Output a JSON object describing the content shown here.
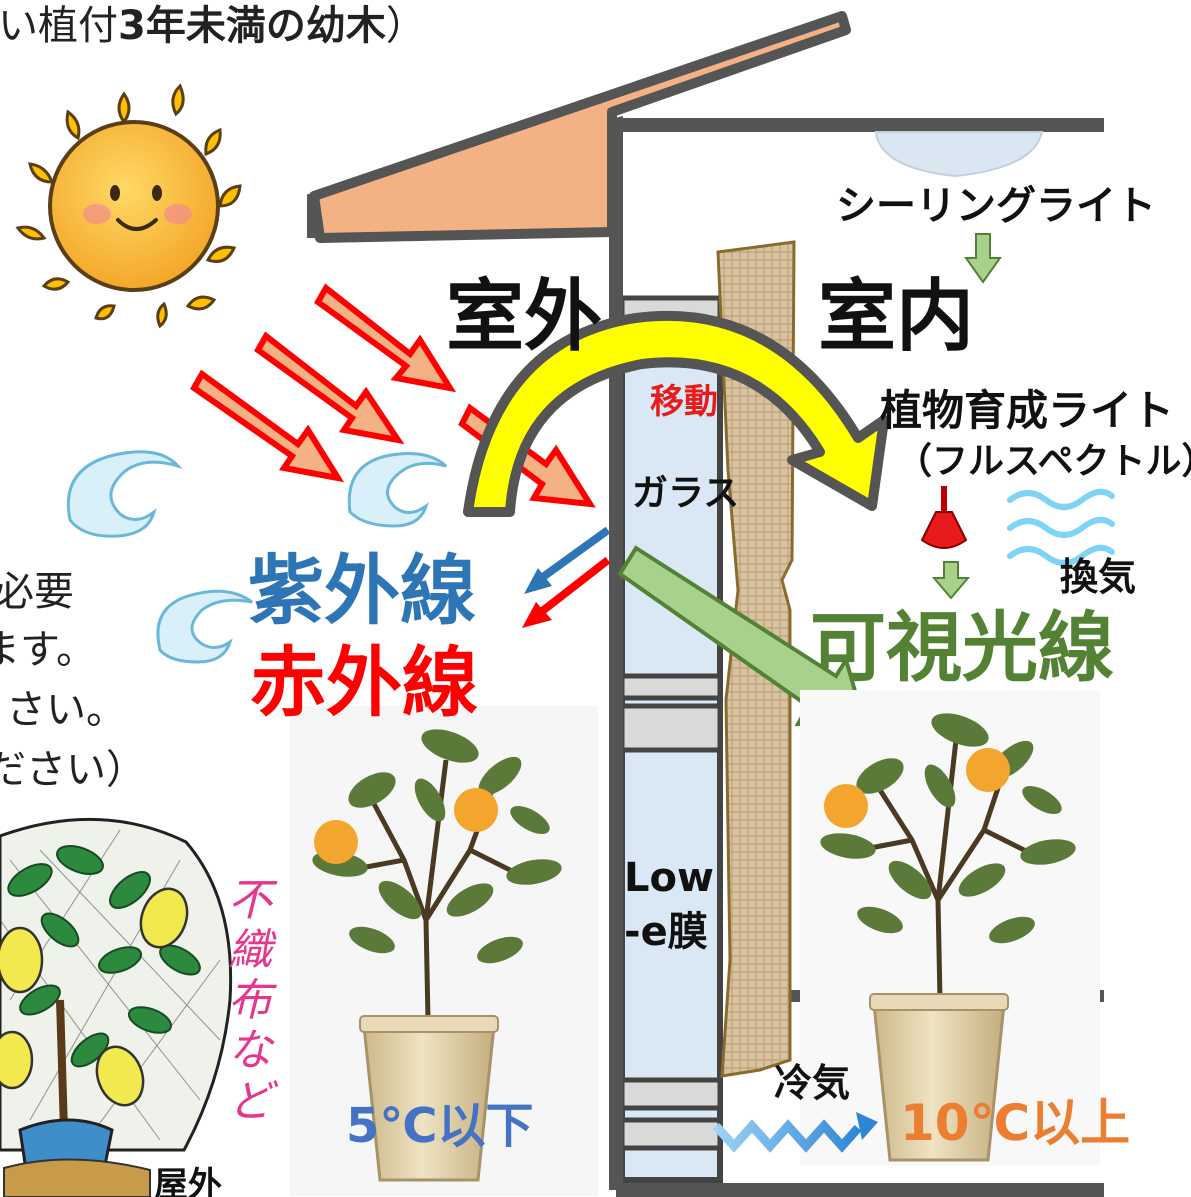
{
  "title": {
    "pre": "い植付",
    "bold": "3年未満の幼木",
    "post": "）"
  },
  "labels": {
    "outdoor_room": "室外",
    "indoor_room": "室内",
    "ceiling_light": "シーリングライト",
    "grow_light": "植物育成ライト",
    "grow_light_sub": "（フルスペクトル）",
    "move": "移動",
    "glass": "ガラス",
    "ventilation": "換気",
    "uv": "紫外線",
    "ir": "赤外線",
    "visible": "可視光線",
    "lowe_line1": "Low",
    "lowe_line2": "-e膜",
    "cold_air": "冷気",
    "temp_outdoor": "5℃以下",
    "temp_indoor": "10℃以上",
    "outdoor": "屋外",
    "nonwoven": "不織布など"
  },
  "side_text": [
    "必要",
    "ます。",
    "さい。",
    "ださい）"
  ],
  "colors": {
    "uv": "#2e75b6",
    "ir": "#ff0000",
    "visible": "#548235",
    "move_arrow": "#ffff00",
    "temp_low": "#4472c4",
    "temp_high": "#ed7d31",
    "roof": "#f4b183",
    "glass": "#dae8f5",
    "nonwoven": "#e6378e"
  },
  "icons": [
    "sun-icon",
    "wind-swirl-icon",
    "ventilation-wave-icon",
    "grow-bulb-icon",
    "ceiling-lamp-icon",
    "orange-tree-icon",
    "lemon-tree-icon",
    "cold-air-zigzag-icon"
  ]
}
